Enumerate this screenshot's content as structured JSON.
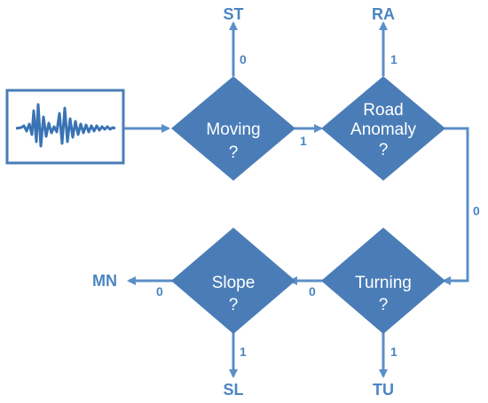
{
  "colors": {
    "primary": "#4a7db7",
    "line": "#5b8fc7",
    "label": "#4a86c0",
    "text": "#ffffff"
  },
  "input": {
    "icon": "signal-waveform-icon"
  },
  "nodes": {
    "moving": {
      "line1": "Moving",
      "line2": "?"
    },
    "road": {
      "line1": "Road",
      "line2": "Anomaly",
      "line3": "?"
    },
    "turning": {
      "line1": "Turning",
      "line2": "?"
    },
    "slope": {
      "line1": "Slope",
      "line2": "?"
    }
  },
  "outputs": {
    "st": "ST",
    "ra": "RA",
    "mn": "MN",
    "sl": "SL",
    "tu": "TU"
  },
  "edges": {
    "moving_to_st": "0",
    "moving_to_road": "1",
    "road_to_ra": "1",
    "road_to_turning": "0",
    "turning_to_slope": "0",
    "turning_to_tu": "1",
    "slope_to_mn": "0",
    "slope_to_sl": "1"
  }
}
